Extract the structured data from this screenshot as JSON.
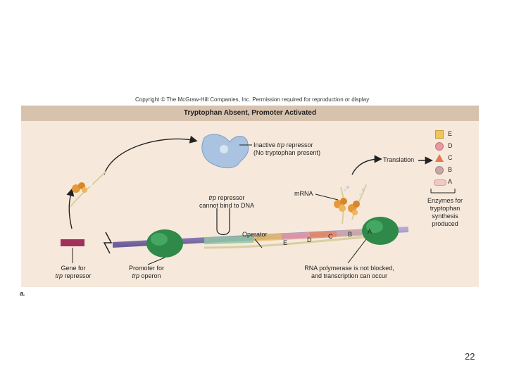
{
  "copyright": "Copyright © The McGraw-Hill Companies, Inc. Permission required for reproduction or display",
  "title": "Tryptophan Absent, Promoter Activated",
  "labels": {
    "inactive_repressor_1_em": "trp",
    "inactive_repressor_1_pre": "Inactive ",
    "inactive_repressor_1_post": " repressor",
    "inactive_repressor_2": "(No tryptophan present)",
    "cannot_bind_1_em": "trp",
    "cannot_bind_1_post": " repressor",
    "cannot_bind_2": "cannot bind to DNA",
    "translation": "Translation",
    "mrna": "mRNA",
    "operator": "Operator",
    "gene_for_1": "Gene for",
    "gene_for_2_em": "trp",
    "gene_for_2_post": " repressor",
    "promoter_for_1": "Promoter for",
    "promoter_for_2_em": "trp",
    "promoter_for_2_post": " operon",
    "rna_pol_1": "RNA polymerase is not blocked,",
    "rna_pol_2": "and transcription can occur",
    "enzymes_1": "Enzymes for",
    "enzymes_2": "tryptophan",
    "enzymes_3": "synthesis",
    "enzymes_4": "produced"
  },
  "genes": [
    "E",
    "D",
    "C",
    "B",
    "A"
  ],
  "key": [
    {
      "letter": "E",
      "color": "#f2c55a",
      "shape": "square"
    },
    {
      "letter": "D",
      "color": "#e79aa0",
      "shape": "circle"
    },
    {
      "letter": "C",
      "color": "#e07a55",
      "shape": "triangle"
    },
    {
      "letter": "B",
      "color": "#c9a7a4",
      "shape": "circle"
    },
    {
      "letter": "A",
      "color": "#f0c8c8",
      "shape": "pill"
    }
  ],
  "sub_letter": "a.",
  "page_number": "22",
  "colors": {
    "background": "#f6e9dc",
    "title_bar": "#d7c2ad",
    "polymerase": "#2f8a4a",
    "repressor": "#a9c3e0",
    "dna": "#8c7cb4"
  }
}
